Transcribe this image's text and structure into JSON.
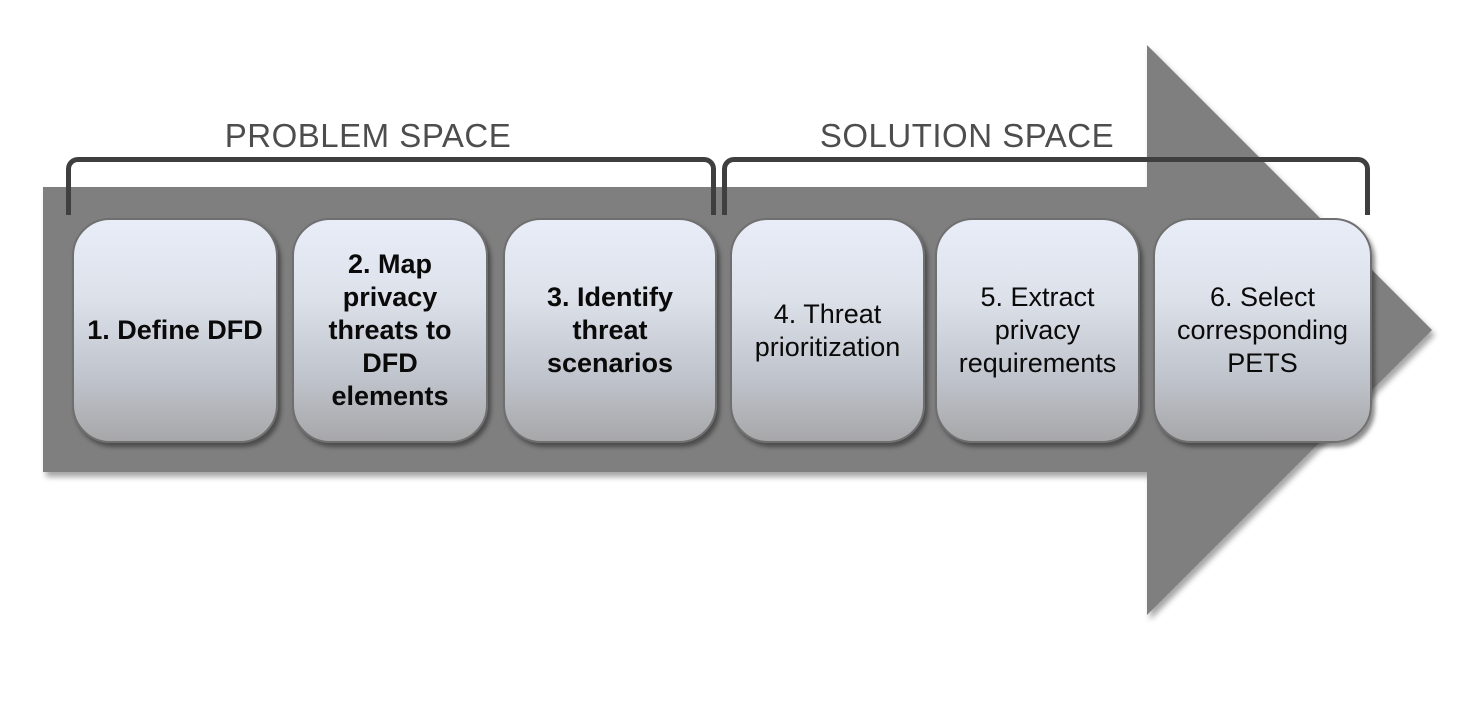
{
  "diagram": {
    "type": "process-flow",
    "spaces": {
      "problem_label": "PROBLEM SPACE",
      "solution_label": "SOLUTION SPACE"
    },
    "steps": [
      {
        "id": 1,
        "label": "1. Define DFD",
        "bold": true,
        "space": "problem"
      },
      {
        "id": 2,
        "label": "2. Map\nprivacy\nthreats to\nDFD\nelements",
        "bold": true,
        "space": "problem"
      },
      {
        "id": 3,
        "label": "3. Identify\nthreat\nscenarios",
        "bold": true,
        "space": "problem"
      },
      {
        "id": 4,
        "label": "4. Threat\nprioritization",
        "bold": false,
        "space": "solution"
      },
      {
        "id": 5,
        "label": "5. Extract\nprivacy\nrequirements",
        "bold": false,
        "space": "solution"
      },
      {
        "id": 6,
        "label": "6. Select\ncorresponding\nPETS",
        "bold": false,
        "space": "solution"
      }
    ],
    "colors": {
      "arrow": "#7f7f7f",
      "bracket": "#3f3f3f",
      "space_label": "#4d4d4d",
      "box_border": "#6f6f6f",
      "box_gradient_top": "#e9edf8",
      "box_gradient_bottom": "#a7a7a9",
      "box_text": "#0a0a0a"
    }
  }
}
